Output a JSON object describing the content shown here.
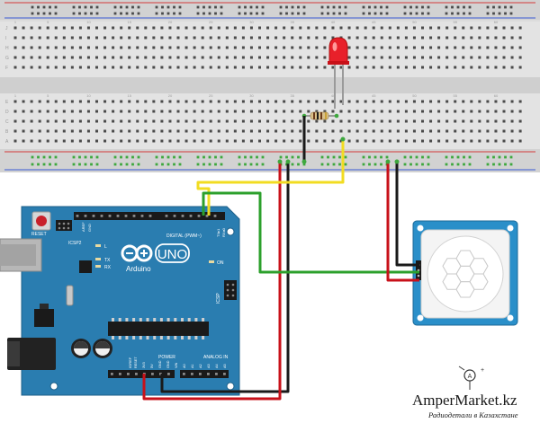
{
  "breadboard": {
    "row_labels_top": [
      "J",
      "I",
      "H",
      "G",
      "F"
    ],
    "row_labels_bottom": [
      "E",
      "D",
      "C",
      "B",
      "A"
    ],
    "column_numbers": [
      "1",
      "5",
      "10",
      "15",
      "20",
      "25",
      "30",
      "35",
      "40",
      "45",
      "50",
      "55",
      "60"
    ]
  },
  "arduino": {
    "logo_text": "UNO",
    "brand_text": "Arduino",
    "reset_label": "RESET",
    "icsp2_label": "ICSP2",
    "icsp_label": "ICSP",
    "digital_label": "DIGITAL (PWM~)",
    "led_labels": [
      "L",
      "TX",
      "RX"
    ],
    "on_label": "ON",
    "power_label": "POWER",
    "analog_label": "ANALOG IN",
    "tx_pin_label": "TX▸1",
    "rx_pin_label": "RX◂0",
    "aref_label": "AREF",
    "gnd_label": "GND",
    "ioref_label": "IOREF",
    "power_pins": [
      "RESET",
      "3V3",
      "5V",
      "GND",
      "GND",
      "VIN"
    ],
    "analog_pins": [
      "A0",
      "A1",
      "A2",
      "A3",
      "A4",
      "A5"
    ]
  },
  "colors": {
    "breadboard_bg": "#dcdcdc",
    "board_blue": "#2a7db0",
    "wire_red": "#c8111a",
    "wire_black": "#1a1a1a",
    "wire_yellow": "#f2dc21",
    "wire_green": "#2ca02c",
    "led_red": "#e8202a",
    "rail_green": "#4aa84a",
    "rail_red": "#d43a3a",
    "rail_blue": "#3a5ad4"
  },
  "watermark": {
    "brand": "AmperMarket.kz",
    "tagline": "Радиодетали в Казахстане"
  }
}
